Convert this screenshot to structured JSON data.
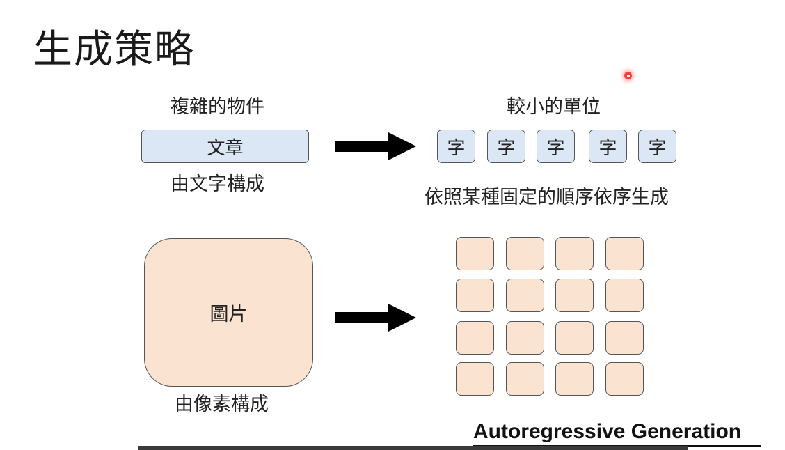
{
  "title": "生成策略",
  "text_row": {
    "label_above": "複雜的物件",
    "box_label": "文章",
    "label_below": "由文字構成",
    "target_label": "較小的單位",
    "units": [
      "字",
      "字",
      "字",
      "字",
      "字"
    ],
    "order_label": "依照某種固定的順序依序生成"
  },
  "image_row": {
    "box_label": "圖片",
    "label_below": "由像素構成",
    "grid_rows": 4,
    "grid_cols": 4
  },
  "footer": {
    "label": "Autoregressive Generation"
  },
  "colors": {
    "text_box_fill": "#dbe7f5",
    "image_box_fill": "#fbe3d2",
    "border": "#555555",
    "arrow": "#000000",
    "pointer": "#ff3b3b"
  },
  "icons": {
    "arrow": "right-arrow-icon",
    "pointer": "laser-pointer-icon"
  }
}
